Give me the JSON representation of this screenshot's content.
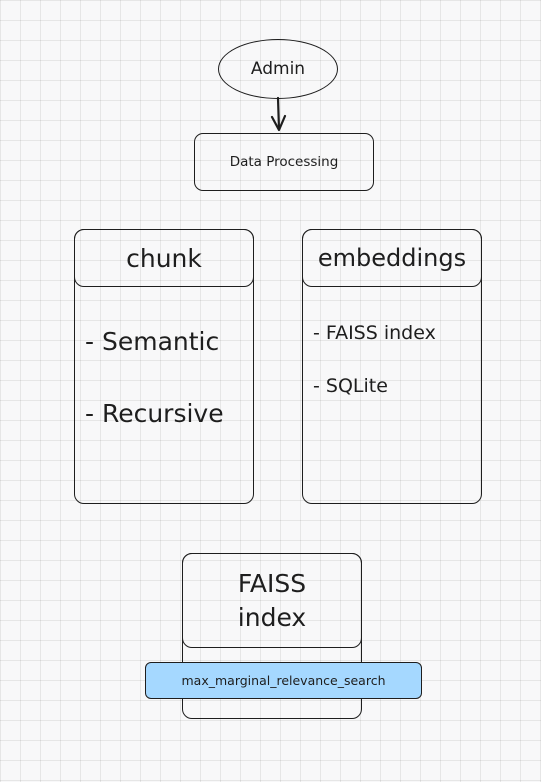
{
  "canvas": {
    "grid_color": "#e3e3e6",
    "background": "#f8f8f9",
    "stroke": "#1e1e1e"
  },
  "admin": {
    "label": "Admin"
  },
  "processing": {
    "label": "Data Processing"
  },
  "chunk": {
    "title": "chunk",
    "items": [
      "- Semantic",
      "- Recursive"
    ]
  },
  "embeddings": {
    "title": "embeddings",
    "items": [
      "- FAISS index",
      "- SQLite"
    ]
  },
  "faiss": {
    "title_line1": "FAISS",
    "title_line2": "index",
    "method": "max_marginal_relevance_search",
    "method_fill": "#a5d8ff"
  }
}
